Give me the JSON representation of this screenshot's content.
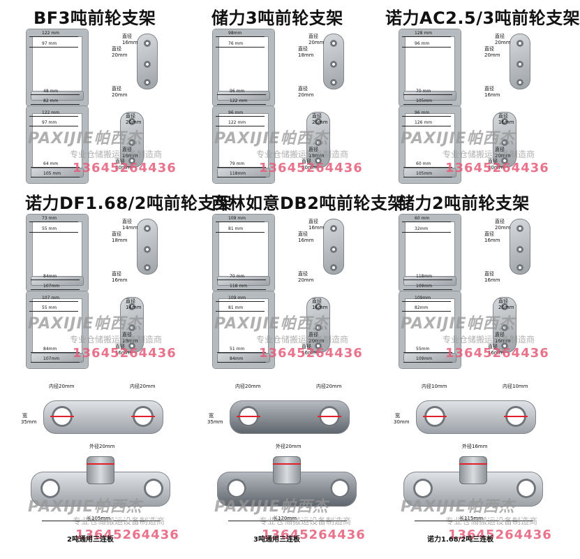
{
  "brand": {
    "watermark": "PAXIJIE帕西杰",
    "tagline": "专业仓储搬运设备制造商",
    "phone": "13645264436",
    "phone_color": "#e65a78"
  },
  "panels": [
    {
      "title": "BF3吨前轮支架",
      "dims": [
        "122 mm",
        "97 mm",
        "48 mm",
        "82 mm",
        "122 mm",
        "97 mm",
        "64 mm",
        "105 mm"
      ],
      "labels": [
        "直径",
        "16mm",
        "直径",
        "20mm",
        "直径",
        "20mm",
        "直径",
        "20mm",
        "直径",
        "16mm",
        "直径",
        "20mm"
      ]
    },
    {
      "title": "储力3吨前轮支架",
      "dims": [
        "98mm",
        "76 mm",
        "96 mm",
        "122 mm",
        "96 mm",
        "122 mm",
        "79 mm",
        "118mm"
      ],
      "labels": [
        "直径",
        "20mm",
        "直径",
        "18mm",
        "直径",
        "20mm",
        "直径",
        "20mm",
        "直径",
        "18mm",
        "直径",
        "20mm"
      ]
    },
    {
      "title": "诺力AC2.5/3吨前轮支架",
      "dims": [
        "128 mm",
        "96 mm",
        "70 mm",
        "105mm",
        "96 mm",
        "126 mm",
        "60 mm",
        "105mm"
      ],
      "labels": [
        "直径",
        "20mm",
        "直径",
        "20mm",
        "直径",
        "16mm",
        "直径",
        "16mm",
        "直径",
        "20mm",
        "直径",
        "20mm"
      ]
    },
    {
      "title": "诺力DF1.68/2吨前轮支架",
      "dims": [
        "73 mm",
        "55 mm",
        "84mm",
        "107mm",
        "107 mm",
        "55 mm",
        "84mm",
        "107mm"
      ],
      "labels": [
        "直径",
        "14mm",
        "直径",
        "18mm",
        "直径",
        "16mm",
        "直径",
        "14mm",
        "直径",
        "18mm",
        "直径",
        "16mm"
      ]
    },
    {
      "title": "西林如意DB2吨前轮支架",
      "dims": [
        "109 mm",
        "81 mm",
        "70 mm",
        "118 mm",
        "109 mm",
        "81 mm",
        "51 mm",
        "84mm"
      ],
      "labels": [
        "直径",
        "16mm",
        "直径",
        "16mm",
        "直径",
        "20mm",
        "直径",
        "16mm",
        "直径",
        "20mm",
        "直径",
        "16mm"
      ]
    },
    {
      "title": "储力2吨前轮支架",
      "dims": [
        "60 mm",
        "32mm",
        "118mm",
        "109mm",
        "109mm",
        "82mm",
        "55mm",
        "109mm"
      ],
      "labels": [
        "直径",
        "20mm",
        "直径",
        "16mm",
        "直径",
        "16mm",
        "直径",
        "20mm",
        "直径",
        "16mm",
        "直径",
        "16mm"
      ]
    }
  ],
  "plates": [
    {
      "inner_left": "内径20mm",
      "inner_right": "内径20mm",
      "width_label": "宽",
      "width_value": "35mm",
      "outer": "外径20mm",
      "length": "长105mm",
      "caption": "2吨通用三连板"
    },
    {
      "inner_left": "内径20mm",
      "inner_right": "内径20mm",
      "width_label": "宽",
      "width_value": "35mm",
      "outer": "外径20mm",
      "length": "长120mm",
      "caption": "3吨通用三连板"
    },
    {
      "inner_left": "内径10mm",
      "inner_right": "内径10mm",
      "width_label": "宽",
      "width_value": "30mm",
      "outer": "外径16mm",
      "length": "长115mm",
      "caption": "诺力1.68/2吨三连板"
    }
  ],
  "colors": {
    "arrow": "#e0202a",
    "metal_light": "#dcdfe2",
    "metal_dark": "#8b9096"
  }
}
